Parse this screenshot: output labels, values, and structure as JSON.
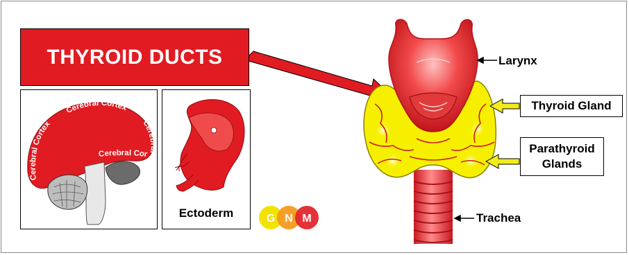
{
  "title": "THYROID DUCTS",
  "brain_panel": {
    "cortex_labels": [
      "Cerebral Cortex",
      "Cerebral Cortex",
      "Cerebral Cortex",
      "Cerebral Cortex"
    ]
  },
  "embryo_panel": {
    "label": "Ectoderm"
  },
  "gnm_logo": {
    "letters": [
      "G",
      "N",
      "M"
    ],
    "colors": [
      "#f2e200",
      "#f39a1e",
      "#e2272d"
    ]
  },
  "anatomy_labels": {
    "larynx": "Larynx",
    "thyroid_gland": "Thyroid Gland",
    "parathyroid_line1": "Parathyroid",
    "parathyroid_line2": "Glands",
    "trachea": "Trachea"
  },
  "colors": {
    "accent_red": "#e11b22",
    "gland_yellow": "#f6f000",
    "arrow_yellow": "#f3ec1a"
  }
}
